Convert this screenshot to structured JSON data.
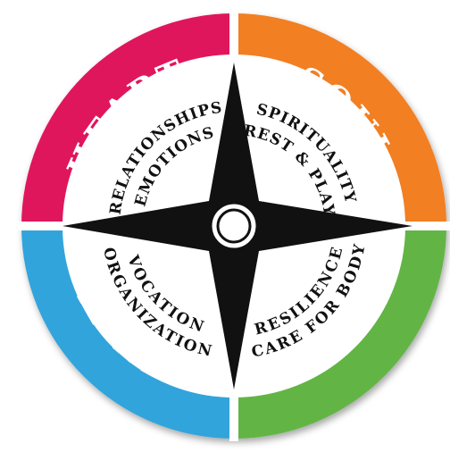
{
  "quadrants": {
    "heart": {
      "title": "HEART",
      "color": "#E0195C",
      "items": [
        "RELATIONSHIPS",
        "EMOTIONS"
      ]
    },
    "soul": {
      "title": "SOUL",
      "color": "#F27F22",
      "items": [
        "SPIRITUALITY",
        "REST & PLAY"
      ]
    },
    "mind": {
      "title": "MIND",
      "color": "#33A4DC",
      "items": [
        "VOCATION",
        "ORGANIZATION"
      ]
    },
    "strength": {
      "title": "STRENGTH",
      "color": "#62B544",
      "items": [
        "RESILIENCE",
        "CARE FOR BODY"
      ]
    }
  },
  "compass": {
    "star_color": "#111111",
    "center_icon": "compass-center-circle"
  }
}
